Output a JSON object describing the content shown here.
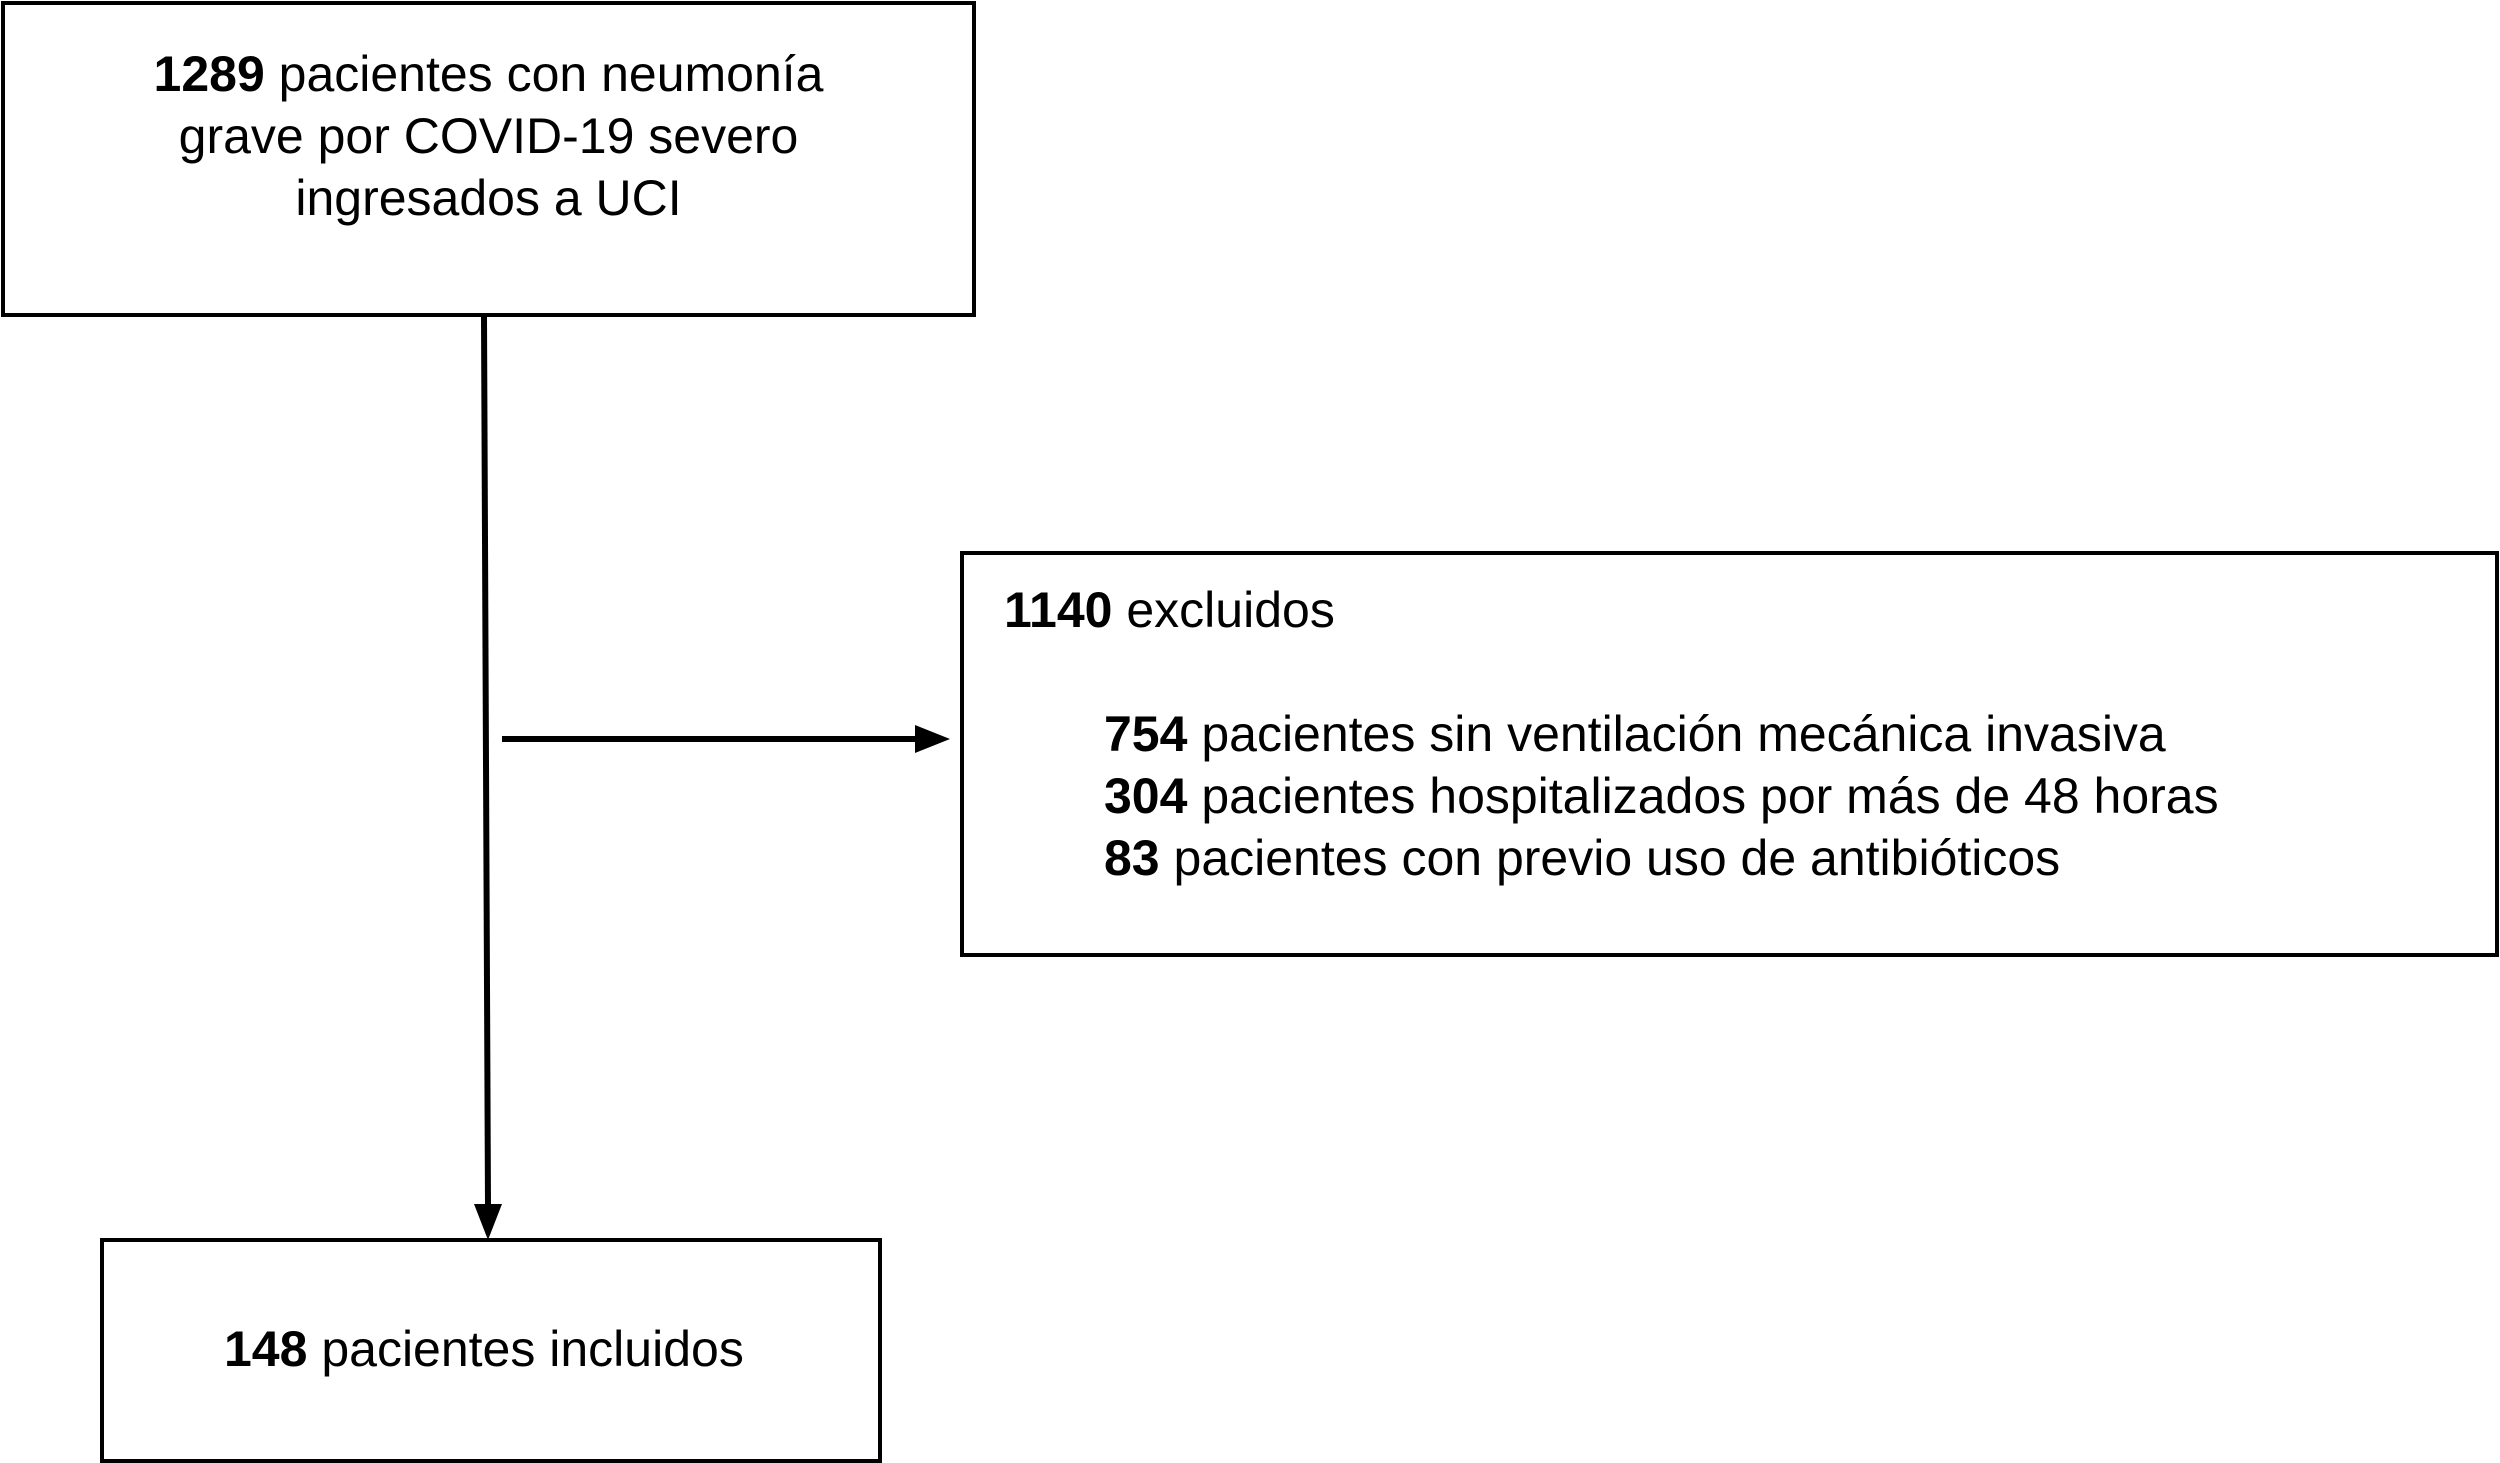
{
  "top_box": {
    "count": "1289",
    "line1_rest": " pacientes con neumonía",
    "line2": "grave por COVID-19 severo",
    "line3": "ingresados a UCI"
  },
  "excluded_box": {
    "count": "1140",
    "label": " excluidos",
    "items": [
      {
        "count": "754",
        "text": " pacientes sin ventilación mecánica invasiva"
      },
      {
        "count": "304",
        "text": " pacientes hospitalizados por más de 48 horas"
      },
      {
        "count": "83",
        "text": " pacientes con previo uso de antibióticos"
      }
    ]
  },
  "bottom_box": {
    "count": "148",
    "label": " pacientes incluidos"
  },
  "colors": {
    "stroke": "#000000",
    "background": "#ffffff"
  }
}
